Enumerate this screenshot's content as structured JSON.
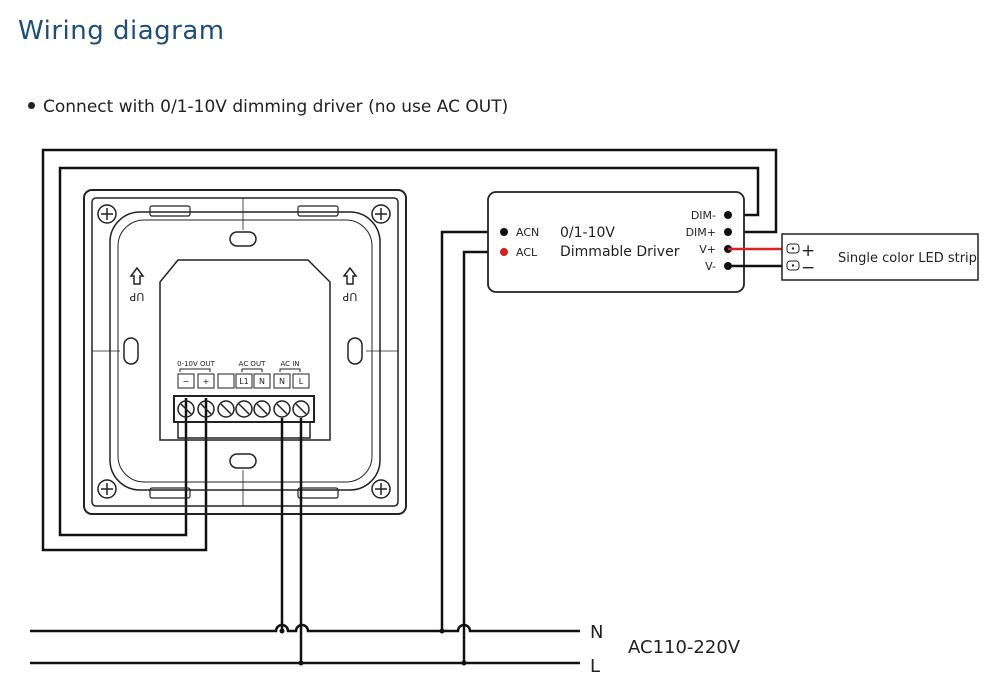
{
  "title": "Wiring diagram",
  "bullet": "Connect with 0/1-10V dimming driver (no use AC OUT)",
  "panel": {
    "up_label": "UP",
    "terminal_groups": {
      "dim_out": "0-10V OUT",
      "ac_out": "AC OUT",
      "ac_in": "AC IN"
    },
    "terminals": [
      "−",
      "+",
      "",
      "L1",
      "N",
      "N",
      "L"
    ]
  },
  "driver": {
    "name_line1": "0/1-10V",
    "name_line2": "Dimmable Driver",
    "left_pins": [
      "ACN",
      "ACL"
    ],
    "right_pins": [
      "DIM-",
      "DIM+",
      "V+",
      "V-"
    ]
  },
  "led_strip": {
    "label": "Single color LED strip",
    "plus": "+",
    "minus": "−"
  },
  "mains": {
    "n_label": "N",
    "l_label": "L",
    "voltage": "AC110-220V"
  },
  "colors": {
    "title": "#1f4e79",
    "wire": "#111111",
    "live_red": "#e02020",
    "panel": "#222222"
  }
}
